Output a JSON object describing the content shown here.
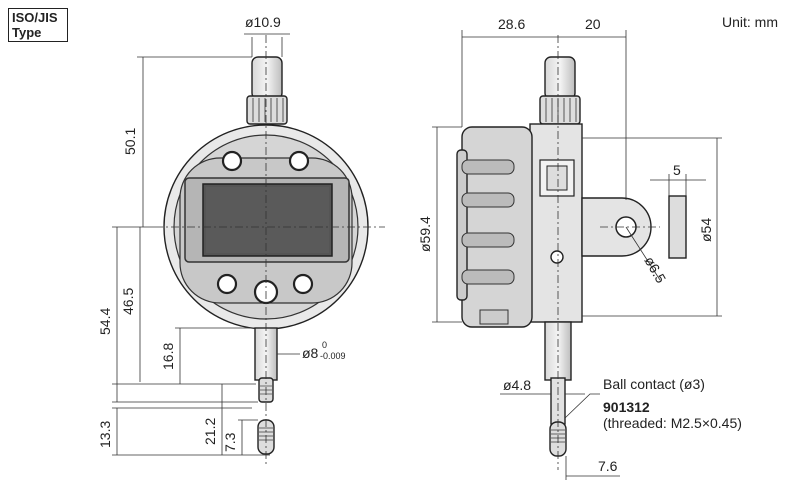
{
  "header": {
    "type_line1": "ISO/JIS",
    "type_line2": "Type",
    "unit": "Unit: mm"
  },
  "front_view": {
    "dims": {
      "stem_top_dia": "ø10.9",
      "height_top": "50.1",
      "h_54_4": "54.4",
      "h_46_5": "46.5",
      "h_16_8": "16.8",
      "h_13_3": "13.3",
      "h_21_2": "21.2",
      "h_7_3": "7.3",
      "stem_dia": "ø8",
      "stem_tol_upper": "0",
      "stem_tol_lower": "-0.009"
    }
  },
  "side_view": {
    "dims": {
      "w_28_6": "28.6",
      "w_20": "20",
      "body_dia": "ø59.4",
      "lug_hole": "ø6.5",
      "lug_thk": "5",
      "lug_dia": "ø54",
      "spindle_dia": "ø4.8",
      "tip_len": "7.6"
    },
    "labels": {
      "ball_contact": "Ball contact (ø3)",
      "model": "901312",
      "thread": "(threaded: M2.5×0.45)"
    }
  }
}
